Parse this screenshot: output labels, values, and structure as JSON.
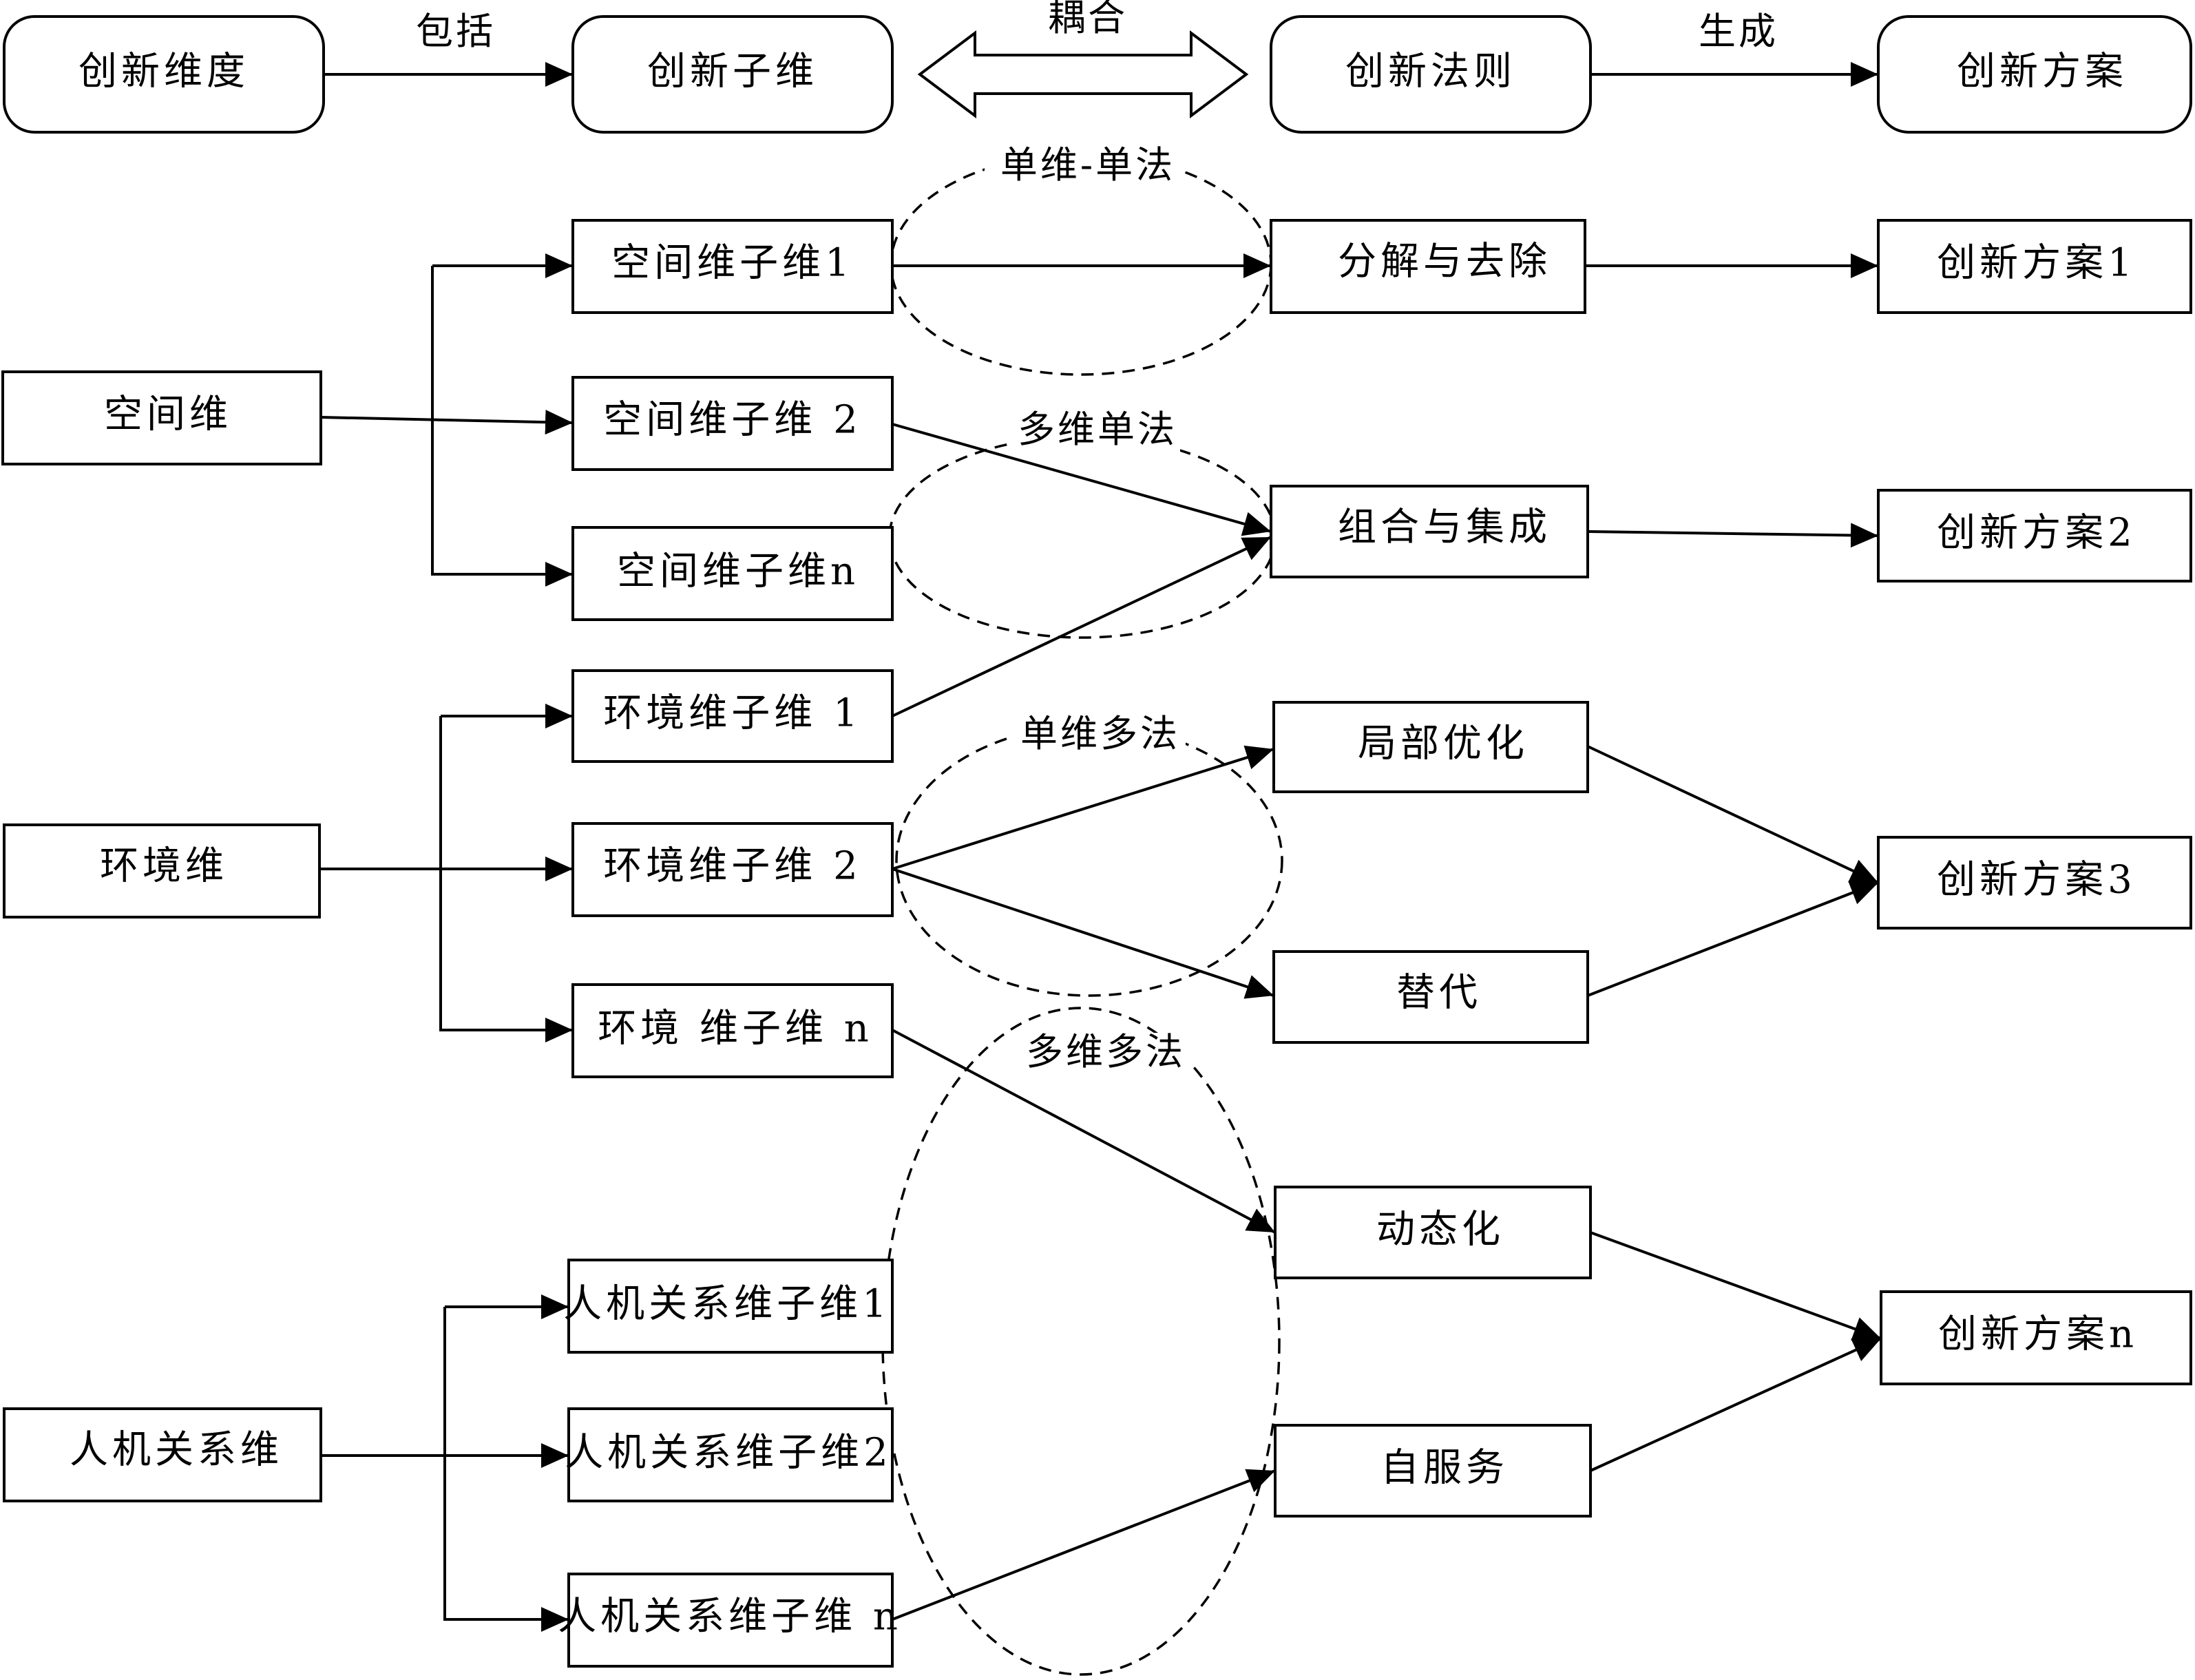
{
  "header": {
    "dimension": "创新维度",
    "subdimension": "创新子维",
    "principle": "创新法则",
    "solution": "创新方案",
    "include_label": "包括",
    "coupling_label": "耦合",
    "generate_label": "生成"
  },
  "dimensions": {
    "space": "空间维",
    "environment": "环境维",
    "human_machine": "人机关系维"
  },
  "subdimensions": {
    "space_1": "空间维子维1",
    "space_2": "空间维子维 2",
    "space_n": "空间维子维n",
    "env_1": "环境维子维 1",
    "env_2": "环境维子维 2",
    "env_n": "环境 维子维 n",
    "hm_1": "人机关系维子维1",
    "hm_2": "人机关系维子维2",
    "hm_n": "人机关系维子维 n"
  },
  "principles": {
    "decompose": "分解与去除",
    "combine": "组合与集成",
    "local_opt": "局部优化",
    "replace": "替代",
    "dynamic": "动态化",
    "self_service": "自服务"
  },
  "solutions": {
    "s1": "创新方案1",
    "s2": "创新方案2",
    "s3": "创新方案3",
    "sn": "创新方案n"
  },
  "coupling_modes": {
    "single_single": "单维-单法",
    "multi_single": "多维单法",
    "single_multi": "单维多法",
    "multi_multi": "多维多法"
  }
}
